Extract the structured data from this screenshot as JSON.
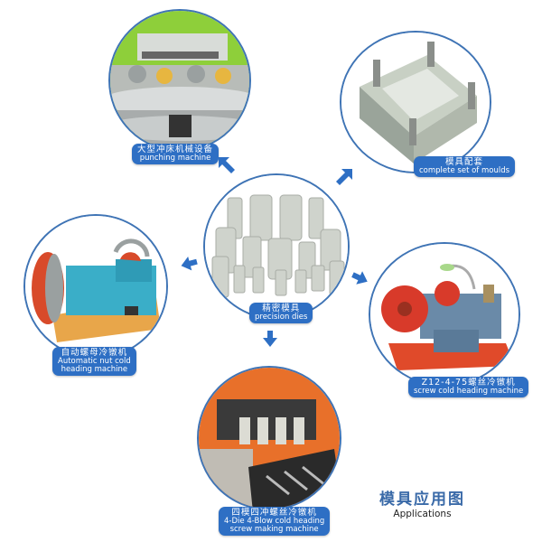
{
  "title": {
    "cn": "模具应用图",
    "en": "Applications"
  },
  "colors": {
    "label_bg": "#2e6fc4",
    "ring": "#3f74b5",
    "arrow": "#2e6fc4",
    "title": "#3a6aa8"
  },
  "center": {
    "name": "precision-dies",
    "label_cn": "精密模具",
    "label_en": "precision dies"
  },
  "items": [
    {
      "name": "punching-machine",
      "label_cn": "大型冲床机械设备",
      "label_en": "punching machine"
    },
    {
      "name": "complete-set-of-moulds",
      "label_cn": "模具配套",
      "label_en": "complete set of moulds"
    },
    {
      "name": "automatic-nut-cold-heading-machine",
      "label_cn": "自动螺母冷镦机",
      "label_en_1": "Automatic nut cold",
      "label_en_2": "heading machine"
    },
    {
      "name": "screw-cold-heading-machine",
      "label_cn": "Z12-4-75螺丝冷镦机",
      "label_en": "screw cold heading machine"
    },
    {
      "name": "4-die-4-blow-screw-making-machine",
      "label_cn": "四模四冲螺丝冷镦机",
      "label_en_1": "4-Die 4-Blow cold heading",
      "label_en_2": "screw making machine"
    }
  ]
}
